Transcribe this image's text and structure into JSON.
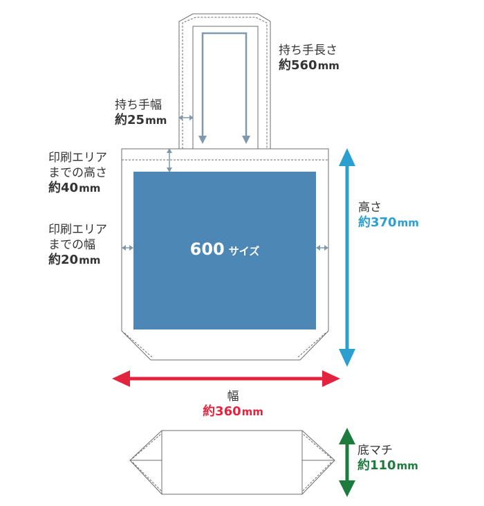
{
  "colors": {
    "outline": "#6b6b6b",
    "print_area": "#4d87b5",
    "dim_arrow": "#7e98ad",
    "height": "#2b9fd0",
    "width": "#e3243f",
    "gusset": "#1d7b3d",
    "text": "#333333"
  },
  "handle_length": {
    "name": "持ち手長さ",
    "value": "約560",
    "unit": "mm"
  },
  "handle_width": {
    "name": "持ち手幅",
    "value": "約25",
    "unit": "mm"
  },
  "print_top_margin": {
    "line1": "印刷エリア",
    "line2": "までの高さ",
    "value": "約40",
    "unit": "mm"
  },
  "print_side_margin": {
    "line1": "印刷エリア",
    "line2": "までの幅",
    "value": "約20",
    "unit": "mm"
  },
  "print_area": {
    "size": "600",
    "suffix": "サイズ"
  },
  "height": {
    "name": "高さ",
    "value": "約370",
    "unit": "mm"
  },
  "width": {
    "name": "幅",
    "value": "約360",
    "unit": "mm"
  },
  "gusset": {
    "name": "底マチ",
    "value": "約110",
    "unit": "mm"
  }
}
